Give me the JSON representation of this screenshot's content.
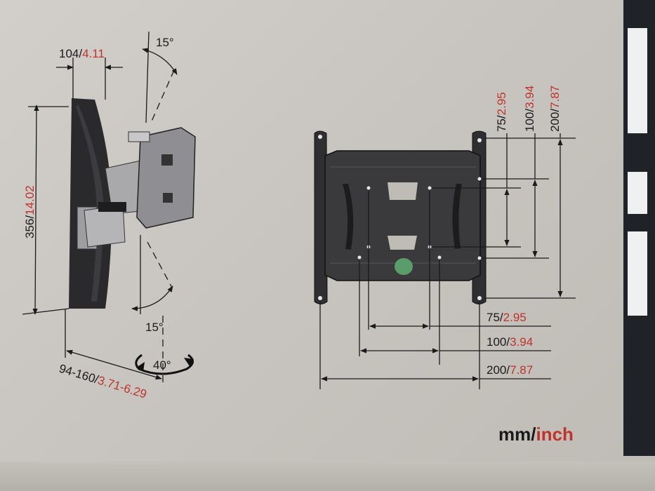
{
  "colors": {
    "background": "#c9c6c0",
    "mm_text": "#1a1a1a",
    "inch_text": "#c0322a",
    "bracket": "#2c2c2e",
    "arm": "#a8a8a8"
  },
  "side_view": {
    "depth_top": {
      "mm": "104",
      "sep": "/",
      "inch": "4.11"
    },
    "height": {
      "mm": "356",
      "sep": "/",
      "inch": "14.02"
    },
    "tilt_top": "15°",
    "tilt_bottom": "15°",
    "swivel": "40°",
    "depth_range": {
      "mm": "94-160",
      "sep": "/",
      "inch": "3.71-6.29"
    }
  },
  "front_view": {
    "vertical": [
      {
        "mm": "75",
        "sep": "/",
        "inch": "2.95"
      },
      {
        "mm": "100",
        "sep": "/",
        "inch": "3.94"
      },
      {
        "mm": "200",
        "sep": "/",
        "inch": "7.87"
      }
    ],
    "horizontal": [
      {
        "mm": "75",
        "sep": "/",
        "inch": "2.95"
      },
      {
        "mm": "100",
        "sep": "/",
        "inch": "3.94"
      },
      {
        "mm": "200",
        "sep": "/",
        "inch": "7.87"
      }
    ]
  },
  "units": {
    "mm": "mm",
    "sep": "/",
    "inch": "inch"
  }
}
